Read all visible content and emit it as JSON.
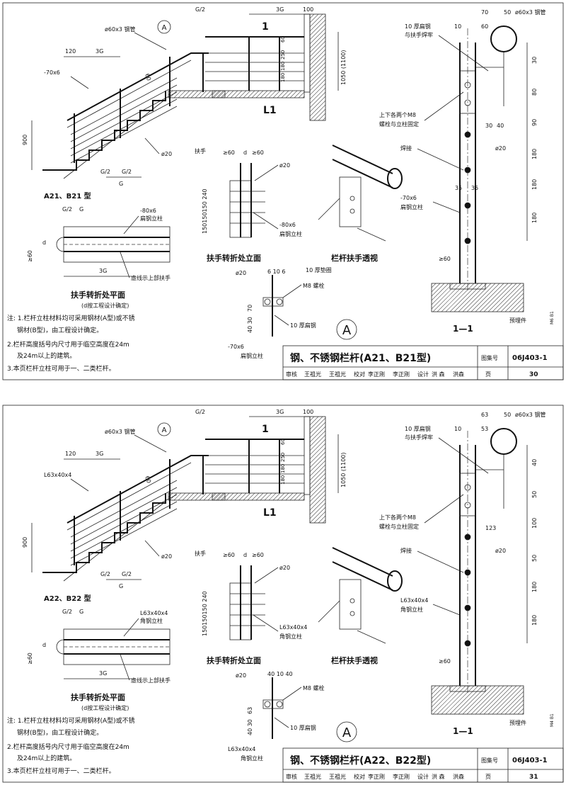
{
  "sheets": [
    {
      "type_label": "A21、B21 型",
      "pipe_label": "ø60x3 钢管",
      "rail_circle": "A",
      "post_label": "-70x6",
      "post_plan_label": "-80x6",
      "post_name": "扁钢立柱",
      "dims": {
        "g2": "G/2",
        "g": "G",
        "three_g": "3G",
        "hundred": "100",
        "onetwenty": "120",
        "h900": "900",
        "h1050": "1050 (1100)",
        "d60": "60",
        "d250": "250",
        "d180a": "180",
        "d180b": "180",
        "d20": "ø20",
        "a60": "60",
        "a180": "180",
        "a180b": "180",
        "a180c": "180"
      },
      "section_mark": "1",
      "section_mark2": "L1",
      "plan_title": "扶手转折处平面",
      "plan_sub": "(d按工程设计确定)",
      "plan_dash": "虚线示上部扶手",
      "plan_ge60": "≥60",
      "plan_d": "d",
      "turn_elev_title": "扶手转折处立面",
      "turn_handrail": "扶手",
      "turn_ge60a": "≥60",
      "turn_d": "d",
      "turn_ge60b": "≥60",
      "turn_phi20": "ø20",
      "turn_dims": "150150150 240",
      "turn_post": "-80x6",
      "turn_post_name": "扁钢立柱",
      "persp_title": "栏杆扶手透视",
      "detA_phi20": "ø20",
      "detA_top": "6  10  6",
      "detA_pad": "10 厚垫圈",
      "detA_bolt": "M8 螺栓",
      "detA_70": "70",
      "detA_4030": "40 30",
      "detA_flat": "10 厚扁钢",
      "detA_post": "-70x6",
      "detA_post_name": "扁钢立柱",
      "detA_circle": "A",
      "sec_title": "1—1",
      "sec_top_dims": [
        "70",
        "50",
        "10",
        "60"
      ],
      "sec_pipe": "ø60x3 钢管",
      "sec_flat": "10 厚扁钢",
      "sec_weld1": "与扶手焊牢",
      "sec_v_dims": [
        "30",
        "80",
        "90",
        "180",
        "180",
        "180"
      ],
      "sec_h_dims": [
        "30",
        "40",
        "35",
        "35"
      ],
      "sec_bolt1": "上下各两个M8",
      "sec_bolt2": "螺栓与立柱固定",
      "sec_weld": "焊接",
      "sec_phi20": "ø20",
      "sec_post": "-70x6",
      "sec_post_name": "扁钢立柱",
      "sec_ge60": "≥60",
      "sec_embed": "预埋件",
      "sec_embed_tag": "M6 B1",
      "notes": [
        "注: 1.栏杆立柱材料均可采用钢材(A型)或不锈",
        "钢材(B型)，由工程设计确定。",
        "2.栏杆高度括号内尺寸用于临空高度在24m",
        "及24m以上的建筑。",
        "3.本页栏杆立柱可用于一、二类栏杆。"
      ],
      "title": "钢、不锈钢栏杆(A21、B21型)",
      "atlas_label": "图集号",
      "atlas_no": "06J403-1",
      "sign_row": [
        "审核",
        "王祖光",
        "王祖光",
        "校对",
        "李正刚",
        "李正刚",
        "设计",
        "洪  森",
        "洪森"
      ],
      "page_label": "页",
      "page_no": "30"
    },
    {
      "type_label": "A22、B22 型",
      "pipe_label": "ø60x3 钢管",
      "rail_circle": "A",
      "post_label": "L63x40x4",
      "post_plan_label": "L63x40x4",
      "post_name": "角钢立柱",
      "dims": {
        "g2": "G/2",
        "g": "G",
        "three_g": "3G",
        "hundred": "100",
        "onetwenty": "120",
        "h900": "900",
        "h1050": "1050 (1100)",
        "d60": "60",
        "d250": "250",
        "d180a": "180",
        "d180b": "180",
        "d20": "ø20",
        "a60": "60",
        "a180": "180",
        "a180b": "180",
        "a180c": "180"
      },
      "section_mark": "1",
      "section_mark2": "L1",
      "plan_title": "扶手转折处平面",
      "plan_sub": "(d按工程设计确定)",
      "plan_dash": "虚线示上部扶手",
      "plan_ge60": "≥60",
      "plan_d": "d",
      "turn_elev_title": "扶手转折处立面",
      "turn_handrail": "扶手",
      "turn_ge60a": "≥60",
      "turn_d": "d",
      "turn_ge60b": "≥60",
      "turn_phi20": "ø20",
      "turn_dims": "150150150 240",
      "turn_post": "L63x40x4",
      "turn_post_name": "角钢立柱",
      "persp_title": "栏杆扶手透视",
      "detA_phi20": "ø20",
      "detA_top": "40  10  40",
      "detA_pad": "",
      "detA_bolt": "M8 螺栓",
      "detA_70": "63",
      "detA_4030": "40 30",
      "detA_flat": "10 厚扁钢",
      "detA_post": "L63x40x4",
      "detA_post_name": "角钢立柱",
      "detA_circle": "A",
      "sec_title": "1—1",
      "sec_top_dims": [
        "63",
        "50",
        "10",
        "53"
      ],
      "sec_pipe": "ø60x3 钢管",
      "sec_flat": "10 厚扁钢",
      "sec_weld1": "与扶手焊牢",
      "sec_v_dims": [
        "40",
        "50",
        "100",
        "50",
        "180",
        "180"
      ],
      "sec_h_dims": [
        "123",
        "",
        "",
        ""
      ],
      "sec_bolt1": "上下各两个M8",
      "sec_bolt2": "螺栓与立柱固定",
      "sec_weld": "焊接",
      "sec_phi20": "ø20",
      "sec_post": "L63x40x4",
      "sec_post_name": "角钢立柱",
      "sec_ge60": "≥60",
      "sec_embed": "预埋件",
      "sec_embed_tag": "M4 B1",
      "notes": [
        "注: 1.栏杆立柱材料均可采用钢材(A型)或不锈",
        "钢材(B型)，由工程设计确定。",
        "2.栏杆高度括号内尺寸用于临空高度在24m",
        "及24m以上的建筑。",
        "3.本页栏杆立柱可用于一、二类栏杆。"
      ],
      "title": "钢、不锈钢栏杆(A22、B22型)",
      "atlas_label": "图集号",
      "atlas_no": "06J403-1",
      "sign_row": [
        "审核",
        "王祖光",
        "王祖光",
        "校对",
        "李正刚",
        "李正刚",
        "设计",
        "洪  森",
        "洪森"
      ],
      "page_label": "页",
      "page_no": "31"
    }
  ]
}
